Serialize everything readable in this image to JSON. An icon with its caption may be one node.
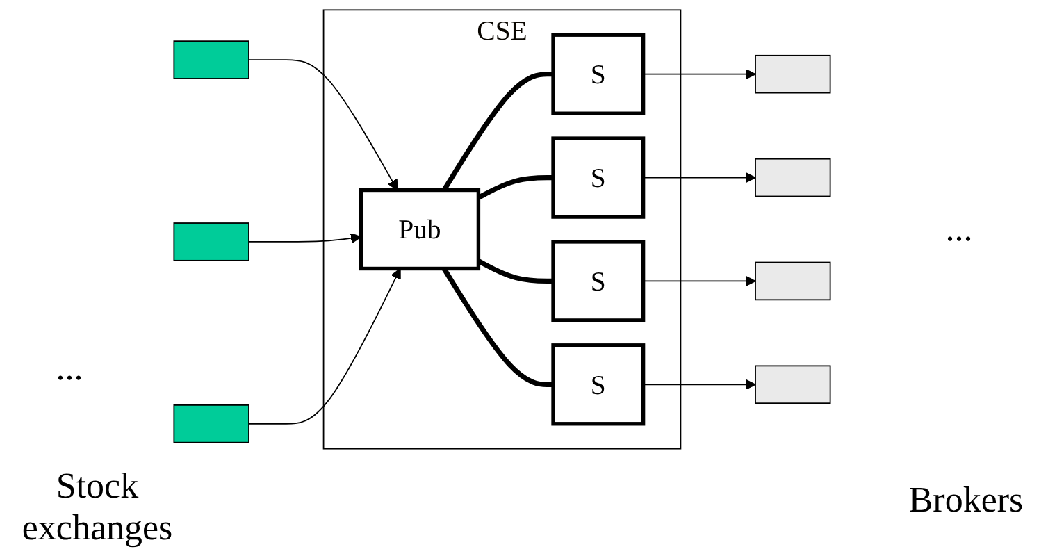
{
  "diagram": {
    "nodes": [
      {
        "text": [],
        "shape": "box"
      },
      {
        "text": [],
        "shape": "box"
      },
      {
        "text": [],
        "shape": "box"
      },
      {
        "text": [
          "CSE"
        ]
      },
      {
        "text": [
          "Pub"
        ],
        "in": 3
      },
      {
        "text": [
          "S"
        ],
        "in": 3
      },
      {
        "text": [
          "S"
        ],
        "in": 3
      },
      {
        "text": [
          "S"
        ],
        "in": 3
      },
      {
        "text": [
          "S"
        ],
        "in": 3
      },
      {
        "text": [],
        "shape": "box"
      },
      {
        "text": [],
        "shape": "box"
      },
      {
        "text": [],
        "shape": "box"
      },
      {
        "text": [],
        "shape": "box"
      }
    ],
    "edges": [
      {
        "from": 0,
        "to": 4,
        "arrow": "to"
      },
      {
        "from": 1,
        "to": 4,
        "arrow": "to"
      },
      {
        "from": 2,
        "to": 4,
        "arrow": "to"
      },
      {
        "from": 4,
        "to": 5,
        "arrow": "none",
        "style": "thick"
      },
      {
        "from": 4,
        "to": 6,
        "arrow": "none",
        "style": "thick"
      },
      {
        "from": 4,
        "to": 7,
        "arrow": "none",
        "style": "thick"
      },
      {
        "from": 4,
        "to": 8,
        "arrow": "none",
        "style": "thick"
      },
      {
        "from": 5,
        "to": 9,
        "arrow": "to"
      },
      {
        "from": 6,
        "to": 10,
        "arrow": "to"
      },
      {
        "from": 7,
        "to": 11,
        "arrow": "to"
      },
      {
        "from": 8,
        "to": 12,
        "arrow": "to"
      }
    ],
    "labels": [
      "...",
      "...",
      "Stock exchanges",
      "Brokers"
    ]
  }
}
